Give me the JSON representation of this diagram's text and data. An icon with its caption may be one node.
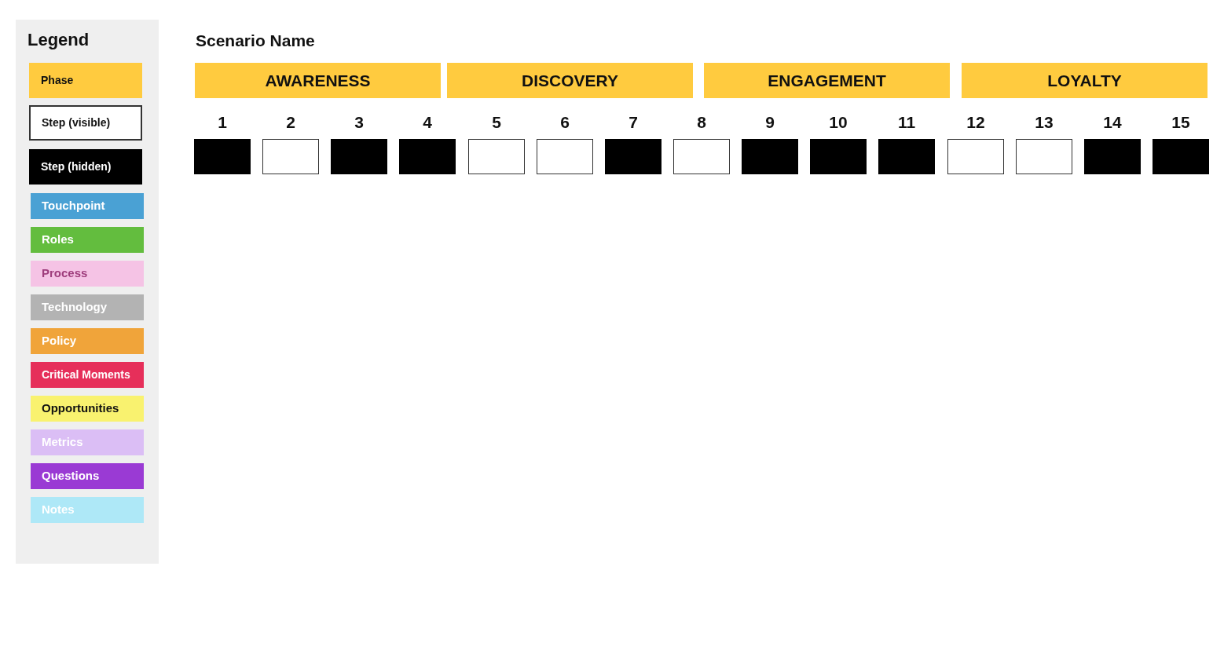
{
  "diagram": {
    "title": "Scenario Name",
    "nodes": [
      {
        "text": [
          "AWARENESS"
        ]
      },
      {
        "text": [
          "DISCOVERY"
        ]
      },
      {
        "text": [
          "ENGAGEMENT"
        ]
      },
      {
        "text": [
          "LOYALTY"
        ]
      },
      {
        "text": [
          "1"
        ]
      },
      {
        "text": [
          "2"
        ]
      },
      {
        "text": [
          "3"
        ]
      },
      {
        "text": [
          "4"
        ]
      },
      {
        "text": [
          "5"
        ]
      },
      {
        "text": [
          "6"
        ]
      },
      {
        "text": [
          "7"
        ]
      },
      {
        "text": [
          "8"
        ]
      },
      {
        "text": [
          "9"
        ]
      },
      {
        "text": [
          "10"
        ]
      },
      {
        "text": [
          "11"
        ]
      },
      {
        "text": [
          "12"
        ]
      },
      {
        "text": [
          "13"
        ]
      },
      {
        "text": [
          "14"
        ]
      },
      {
        "text": [
          "15"
        ]
      }
    ],
    "edges": [],
    "labels": [
      "Legend"
    ],
    "legend": [
      {
        "text": "Phase",
        "color": "#ffcb3f"
      },
      {
        "text": "Step (visible)",
        "color": "#ffffff"
      },
      {
        "text": "Step (hidden)",
        "color": "#000000"
      },
      {
        "text": "Touchpoint",
        "color": "#4aa1d4"
      },
      {
        "text": "Roles",
        "color": "#63bd3e"
      },
      {
        "text": "Process",
        "color": "#f5c3e5"
      },
      {
        "text": "Technology",
        "color": "#b3b3b3"
      },
      {
        "text": "Policy",
        "color": "#f0a43a"
      },
      {
        "text": "Critical Moments",
        "color": "#e62f5a"
      },
      {
        "text": "Opportunities",
        "color": "#f9f26f"
      },
      {
        "text": "Metrics",
        "color": "#dbbef5"
      },
      {
        "text": "Questions",
        "color": "#9a3ad4"
      },
      {
        "text": "Notes",
        "color": "#aee8f7"
      }
    ]
  }
}
